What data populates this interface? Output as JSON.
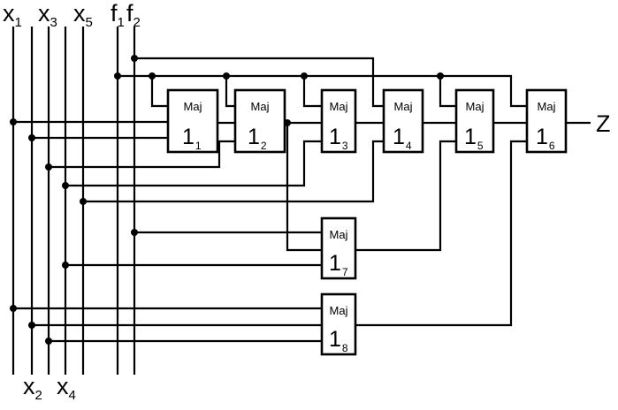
{
  "inputs": {
    "x1": {
      "letter": "x",
      "index": "1"
    },
    "x2": {
      "letter": "x",
      "index": "2"
    },
    "x3": {
      "letter": "x",
      "index": "3"
    },
    "x4": {
      "letter": "x",
      "index": "4"
    },
    "x5": {
      "letter": "x",
      "index": "5"
    },
    "f1": {
      "letter": "f",
      "index": "1"
    },
    "f2": {
      "letter": "f",
      "index": "2"
    }
  },
  "output": {
    "label": "Z"
  },
  "gates": [
    {
      "type": "Maj",
      "num": "1",
      "index": "1"
    },
    {
      "type": "Maj",
      "num": "1",
      "index": "2"
    },
    {
      "type": "Maj",
      "num": "1",
      "index": "3"
    },
    {
      "type": "Maj",
      "num": "1",
      "index": "4"
    },
    {
      "type": "Maj",
      "num": "1",
      "index": "5"
    },
    {
      "type": "Maj",
      "num": "1",
      "index": "6"
    },
    {
      "type": "Maj",
      "num": "1",
      "index": "7"
    },
    {
      "type": "Maj",
      "num": "1",
      "index": "8"
    }
  ]
}
